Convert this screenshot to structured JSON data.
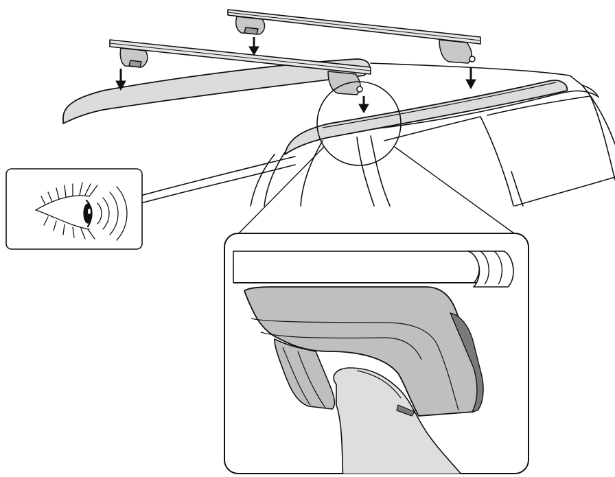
{
  "diagram": {
    "subject": "roof-rack-installation",
    "colors": {
      "outline": "#111111",
      "bar_fill": "#e8e8e8",
      "rail_fill": "#dcdcdc",
      "foot_fill": "#c8c8c8",
      "detail_foot_fill": "#bfbfbf",
      "detail_rail_fill": "#dedede",
      "arrow": "#111111",
      "background": "#ffffff"
    },
    "icons": [
      "down-arrow-icon",
      "eye-icon",
      "magnifier-circle"
    ],
    "arrow_count": 4
  }
}
